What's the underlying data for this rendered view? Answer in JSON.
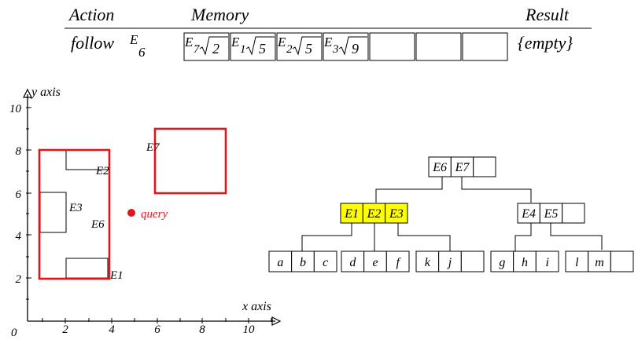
{
  "table": {
    "headers": {
      "action": "Action",
      "memory": "Memory",
      "result": "Result"
    },
    "row": {
      "action": "follow",
      "action_sub": "E",
      "action_sub_index": "6",
      "memory": [
        {
          "E": "E",
          "idx": "7",
          "root": "2"
        },
        {
          "E": "E",
          "idx": "1",
          "root": "5"
        },
        {
          "E": "E",
          "idx": "2",
          "root": "5"
        },
        {
          "E": "E",
          "idx": "3",
          "root": "9"
        },
        {
          "E": "",
          "idx": "",
          "root": ""
        },
        {
          "E": "",
          "idx": "",
          "root": ""
        },
        {
          "E": "",
          "idx": "",
          "root": ""
        }
      ],
      "result": "{empty}"
    }
  },
  "plot": {
    "y_label": "y axis",
    "x_label": "x axis",
    "origin_label": "0",
    "y_ticks": [
      "2",
      "4",
      "6",
      "8",
      "10"
    ],
    "x_ticks": [
      "2",
      "4",
      "6",
      "8",
      "10"
    ],
    "query_label": "query",
    "rect_labels": {
      "E1": "E1",
      "E2": "E2",
      "E3": "E3",
      "E6": "E6",
      "E7": "E7"
    },
    "colors": {
      "red": "#e0161b",
      "black": "#000000"
    }
  },
  "tree": {
    "root": [
      "E6",
      "E7",
      ""
    ],
    "level1": [
      {
        "cells": [
          "E1",
          "E2",
          "E3"
        ],
        "highlight": true
      },
      {
        "cells": [
          "E4",
          "E5",
          ""
        ],
        "highlight": false
      }
    ],
    "leaves": [
      [
        "a",
        "b",
        "c"
      ],
      [
        "d",
        "e",
        "f"
      ],
      [
        "k",
        "j",
        ""
      ],
      [
        "g",
        "h",
        "i"
      ],
      [
        "l",
        "m",
        ""
      ]
    ],
    "highlight_color": "#ffff00"
  }
}
